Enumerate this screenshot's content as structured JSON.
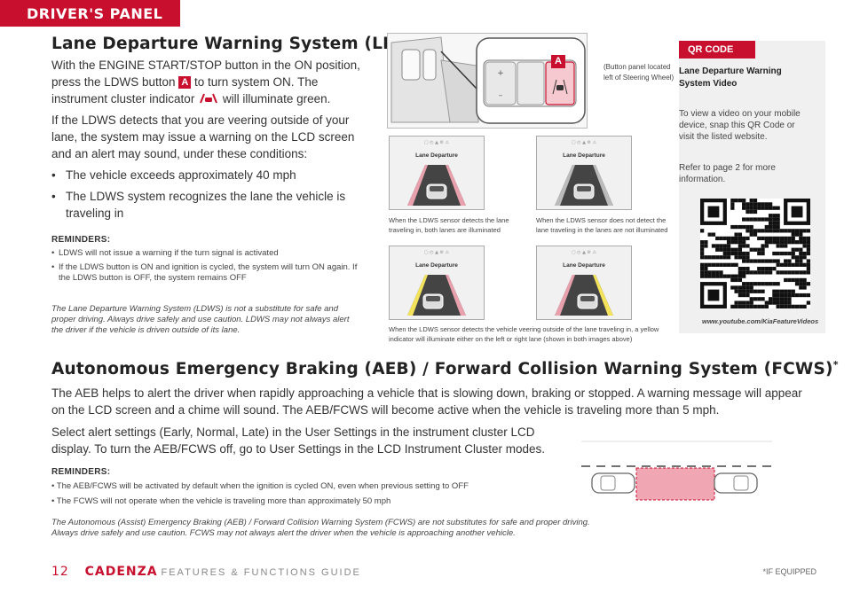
{
  "header": {
    "tab": "DRIVER'S PANEL"
  },
  "ldws": {
    "title": "Lane Departure Warning System (LDWS)",
    "title_mark": "*",
    "p1_a": "With the ENGINE START/STOP button in the ON position, press the LDWS button ",
    "p1_badge": "A",
    "p1_b": " to turn system ON. The instrument cluster indicator ",
    "p1_c": " will illuminate green.",
    "p2": "If the LDWS detects that you are veering outside of your lane, the system may issue a warning on the LCD screen and an alert may sound, under these conditions:",
    "bullets": [
      "The vehicle exceeds approximately 40 mph",
      "The LDWS system recognizes the lane the vehicle is traveling in"
    ],
    "reminders_title": "REMINDERS:",
    "reminders": [
      "LDWS will not issue a warning if the turn signal is activated",
      "If the LDWS button is ON and ignition is cycled, the system will turn ON again. If the LDWS button is OFF, the system remains OFF"
    ],
    "disclaimer": "The Lane Departure Warning System (LDWS) is not a substitute for safe and proper driving. Always drive safely and use caution. LDWS may not always alert the driver if the vehicle is driven outside of its lane."
  },
  "panel": {
    "badge": "A",
    "caption": "(Button panel located left of Steering Wheel)"
  },
  "screens": {
    "label": "Lane Departure",
    "cap1": "When the LDWS sensor detects the lane traveling in, both lanes are illuminated",
    "cap2": "When the LDWS sensor does not detect the lane traveling in the lanes are not illuminated",
    "cap3": "When the LDWS sensor detects the vehicle veering outside of the lane traveling in, a yellow indicator will illuminate either on the left or right lane (shown in both images above)"
  },
  "qr": {
    "tag": "QR CODE",
    "title": "Lane Departure Warning System Video",
    "text1": "To view a video on your mobile device, snap this QR Code or visit the listed website.",
    "text2": "Refer to page 2 for more information.",
    "url": "www.youtube.com/KiaFeatureVideos"
  },
  "aeb": {
    "title": "Autonomous Emergency Braking (AEB) / Forward Collision Warning System (FCWS)",
    "title_mark": "*",
    "p1": "The AEB helps to alert the driver when rapidly approaching a vehicle that is slowing down, braking or stopped. A warning message will appear on the LCD screen and a chime will sound. The AEB/FCWS will become active when the vehicle is traveling more than 5 mph.",
    "p2": "Select alert settings (Early, Normal, Late) in the User Settings in the instrument cluster LCD display. To turn the AEB/FCWS off, go to User Settings in the LCD Instrument Cluster modes.",
    "reminders_title": "REMINDERS:",
    "reminders": [
      "• The AEB/FCWS will be activated by default when the ignition is cycled ON, even when previous setting to OFF",
      "• The FCWS will not operate when the vehicle is traveling more than approximately 50 mph"
    ],
    "disclaimer": "The Autonomous (Assist) Emergency Braking (AEB) / Forward Collision Warning System (FCWS) are not substitutes for safe and proper driving. Always drive safely and use caution. FCWS may not always alert the driver when the vehicle is approaching another vehicle."
  },
  "footer": {
    "page": "12",
    "brand": "CADENZA",
    "guide": "FEATURES & FUNCTIONS GUIDE",
    "note": "*IF EQUIPPED"
  }
}
